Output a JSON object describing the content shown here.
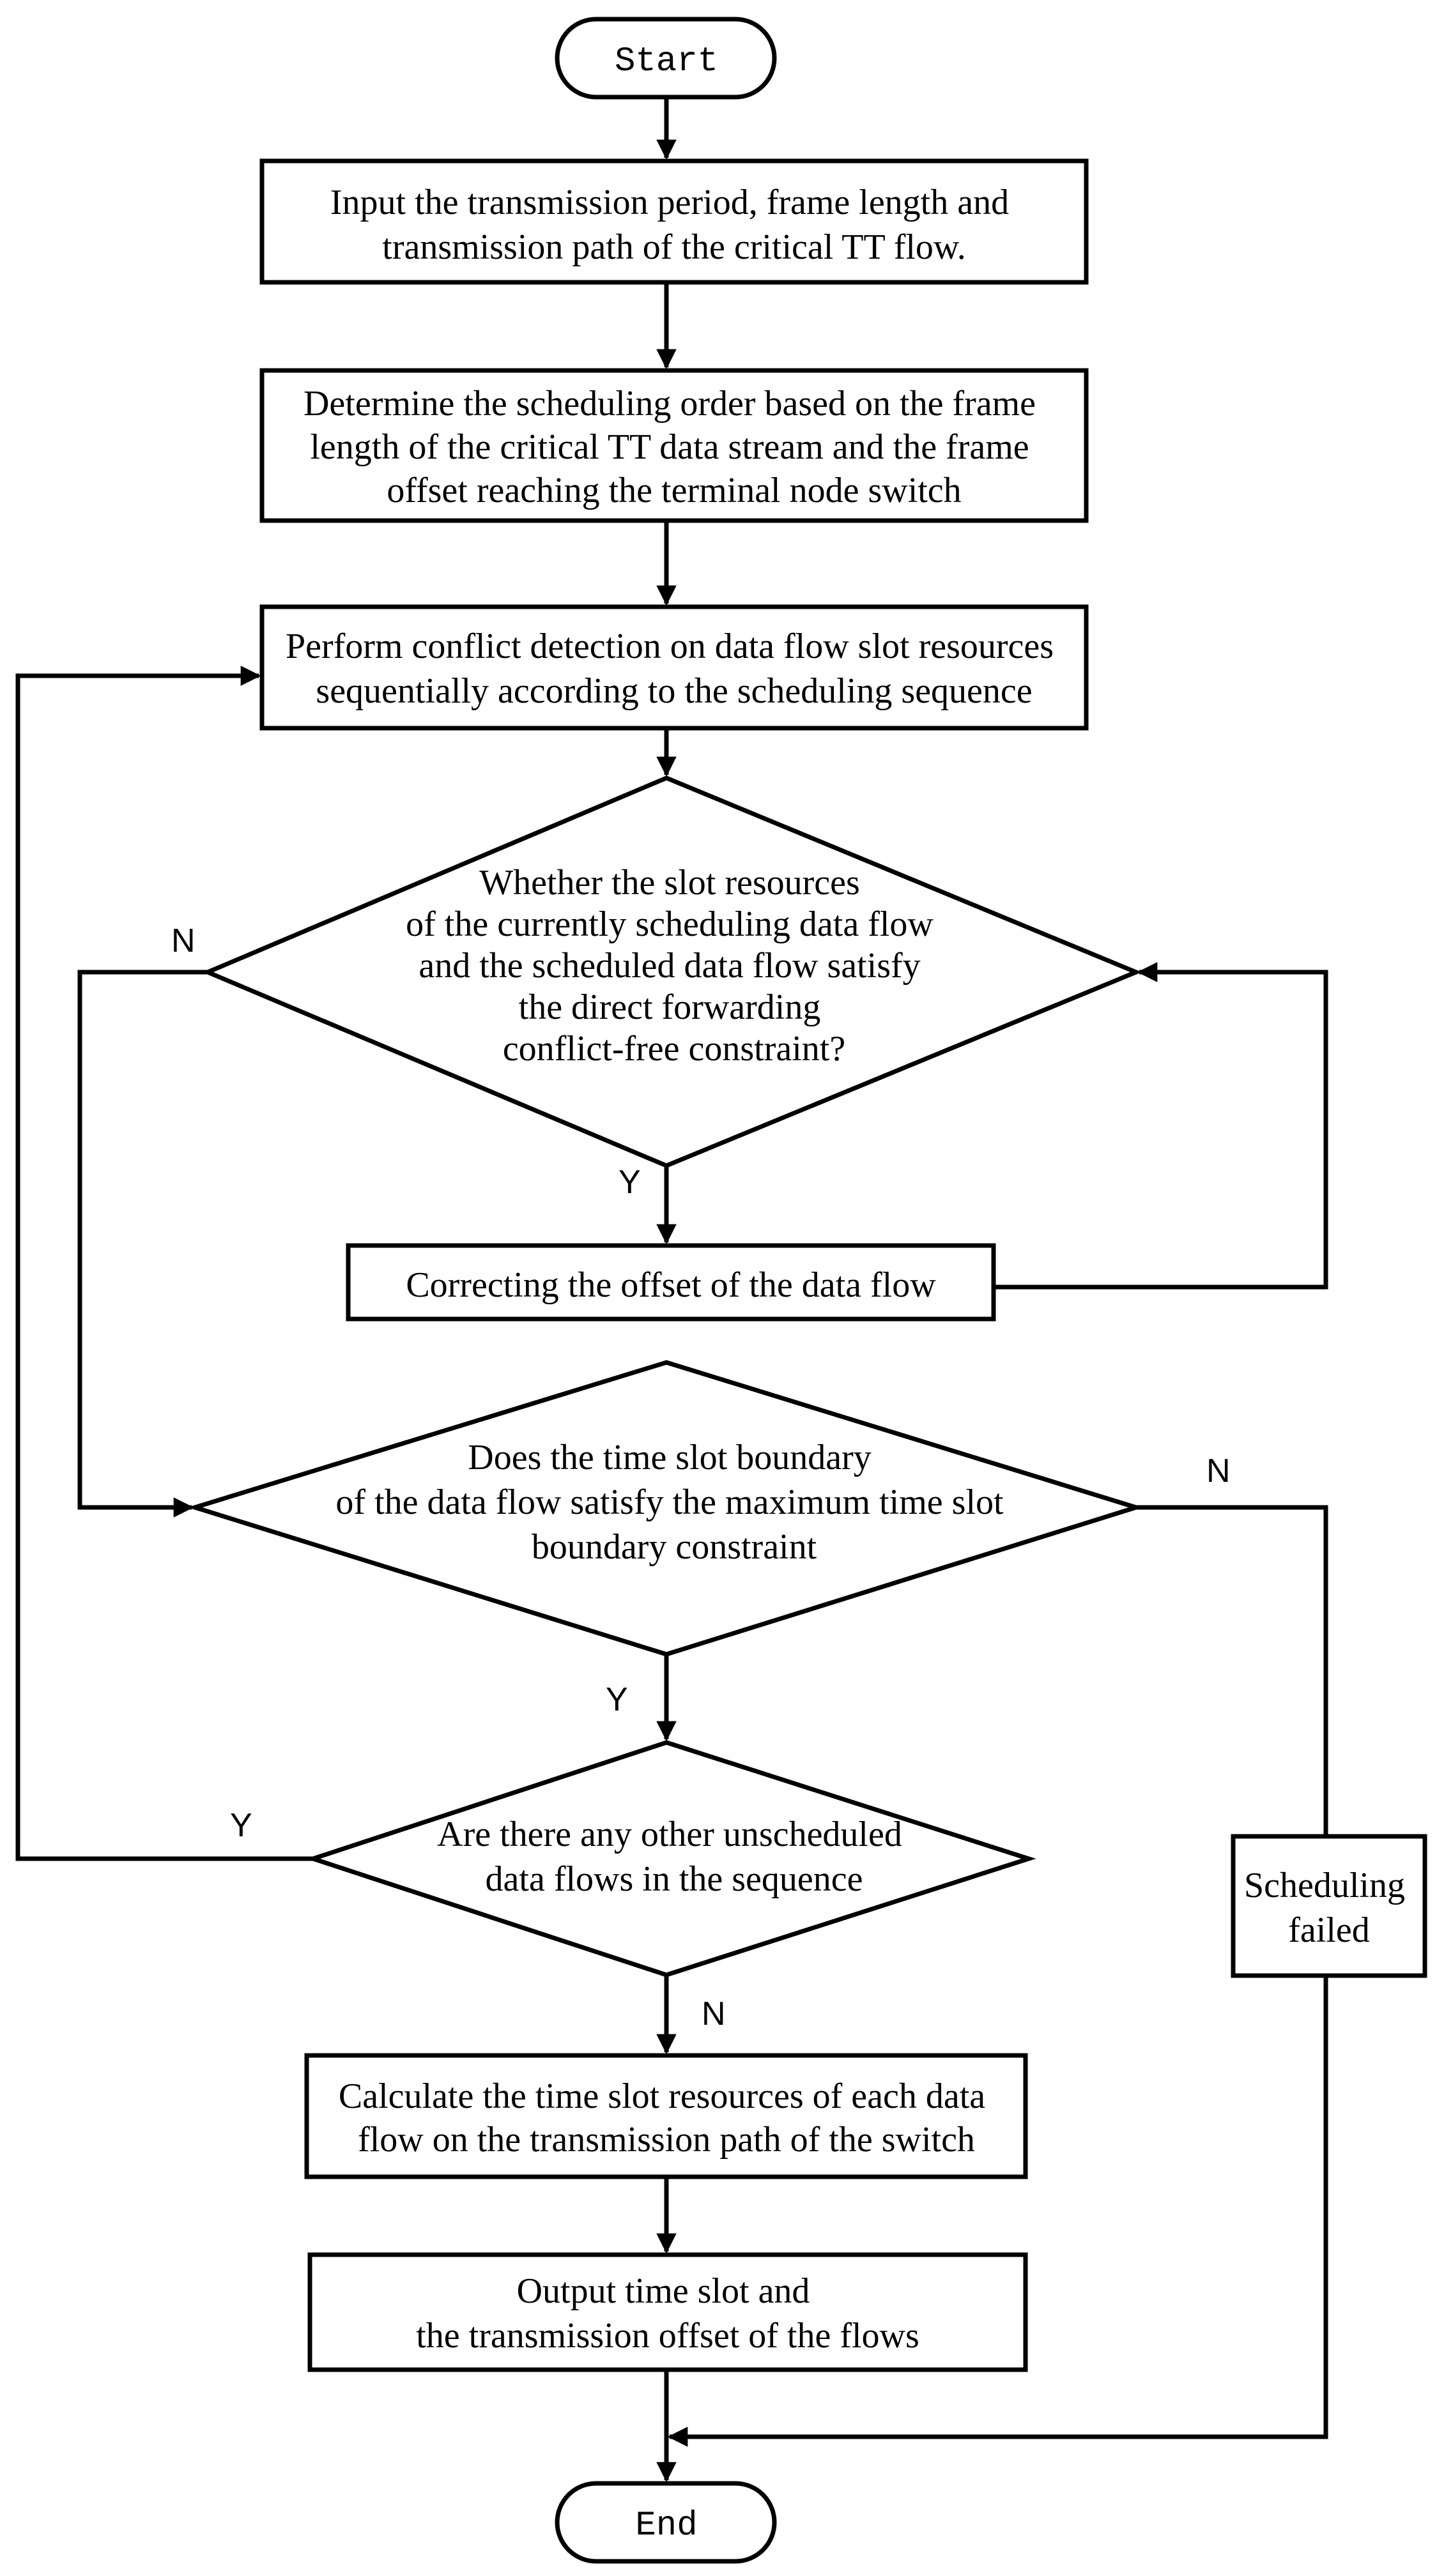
{
  "nodes": {
    "start": "Start",
    "input": [
      "Input the transmission period, frame length and",
      "transmission path of the critical TT flow."
    ],
    "order": [
      "Determine the scheduling order based on the frame",
      "length of the critical TT data stream and the frame",
      "offset reaching the terminal node switch"
    ],
    "detect": [
      "Perform conflict detection on data flow slot resources",
      "sequentially according to the scheduling sequence"
    ],
    "decision_conflict": [
      "Whether the slot resources",
      "of the currently scheduling data flow",
      "and the scheduled data flow satisfy",
      "the direct forwarding",
      "conflict-free constraint?"
    ],
    "correct": "Correcting the offset of the data flow",
    "decision_boundary": [
      "Does the time slot boundary",
      "of the data flow satisfy  the maximum time slot",
      "boundary constraint"
    ],
    "decision_more": [
      "Are there any other unscheduled",
      "data flows in the sequence"
    ],
    "calculate": [
      "Calculate the time slot resources of each data",
      "flow on the transmission path of the switch"
    ],
    "output": [
      "Output time slot and",
      "the transmission offset of the flows"
    ],
    "failed": [
      "Scheduling",
      "failed"
    ],
    "end": "End"
  },
  "branch_labels": {
    "conflict_no": "N",
    "conflict_yes": "Y",
    "boundary_no": "N",
    "boundary_yes": "Y",
    "more_yes": "Y",
    "more_no": "N"
  }
}
